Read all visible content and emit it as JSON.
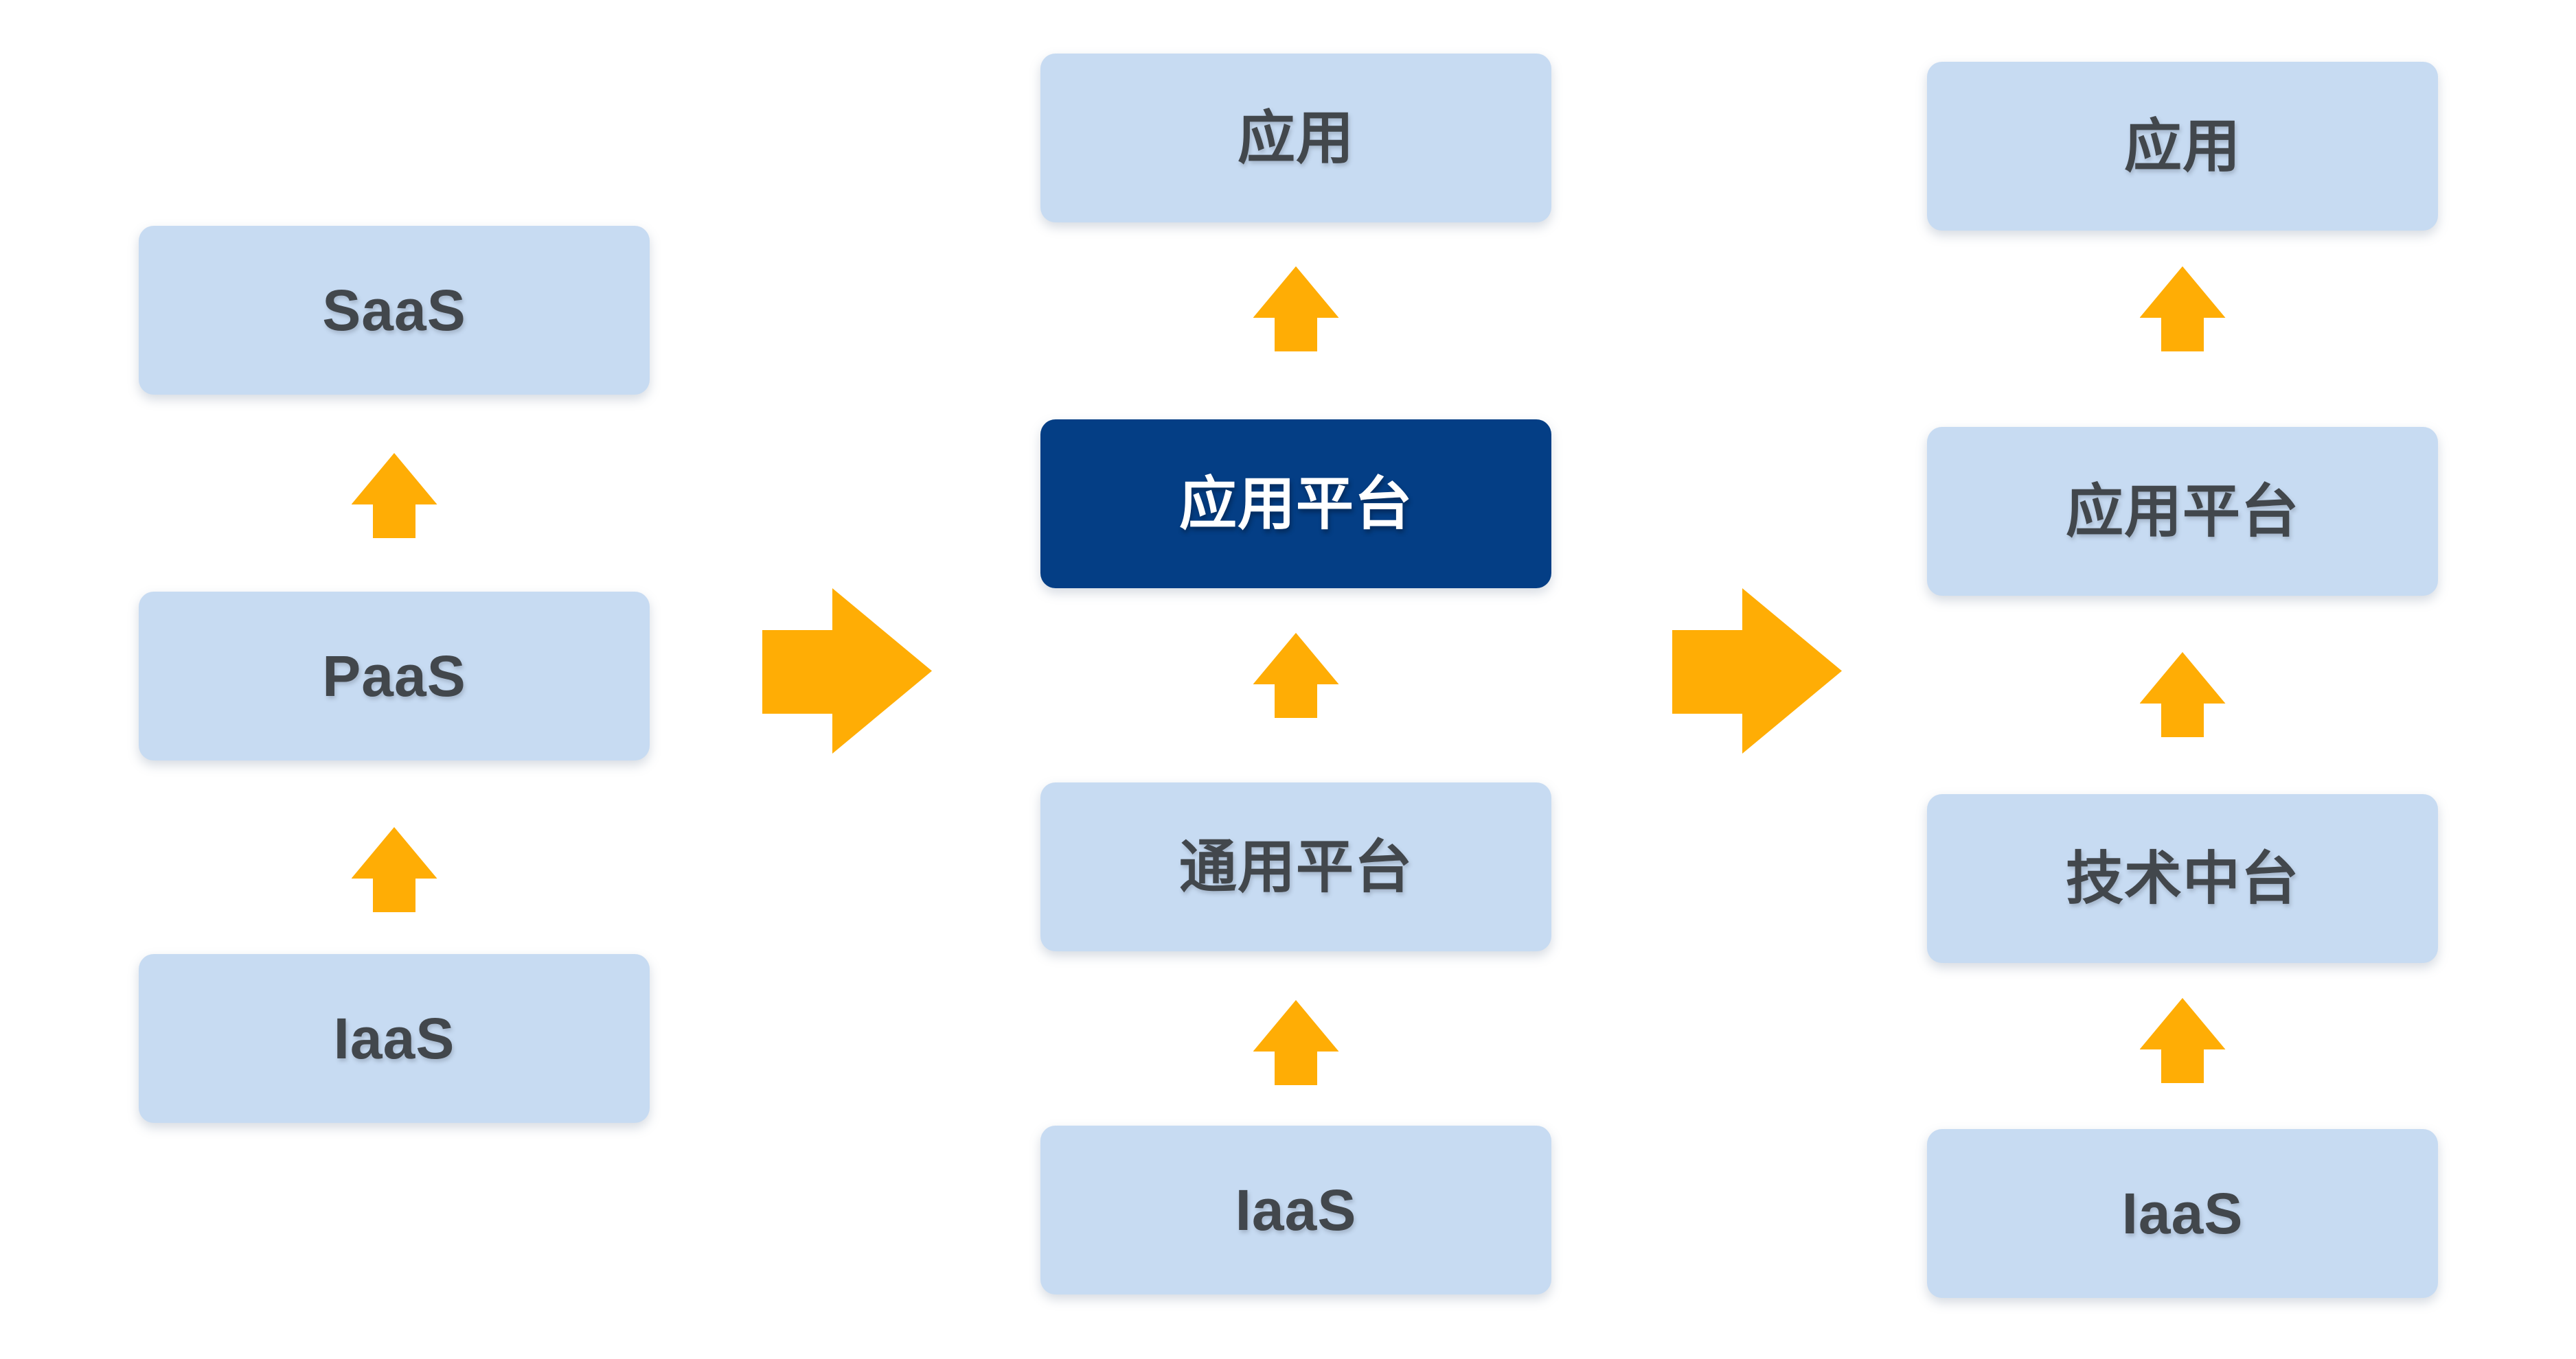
{
  "diagram": {
    "columns": [
      {
        "name": "stage-1",
        "boxes": [
          {
            "label": "SaaS",
            "style": "light"
          },
          {
            "label": "PaaS",
            "style": "light"
          },
          {
            "label": "IaaS",
            "style": "light"
          }
        ]
      },
      {
        "name": "stage-2",
        "boxes": [
          {
            "label": "应用",
            "style": "light"
          },
          {
            "label": "应用平台",
            "style": "dark"
          },
          {
            "label": "通用平台",
            "style": "light"
          },
          {
            "label": "IaaS",
            "style": "light"
          }
        ]
      },
      {
        "name": "stage-3",
        "boxes": [
          {
            "label": "应用",
            "style": "light"
          },
          {
            "label": "应用平台",
            "style": "light"
          },
          {
            "label": "技术中台",
            "style": "light"
          },
          {
            "label": "IaaS",
            "style": "light"
          }
        ]
      }
    ],
    "colors": {
      "background": "#FFFFFF",
      "box_light": "#C7DBF2",
      "box_dark": "#043E85",
      "arrow_orange": "#FFAD05",
      "text_dark": "#42474C",
      "text_on_dark": "#FFFFFF"
    }
  }
}
